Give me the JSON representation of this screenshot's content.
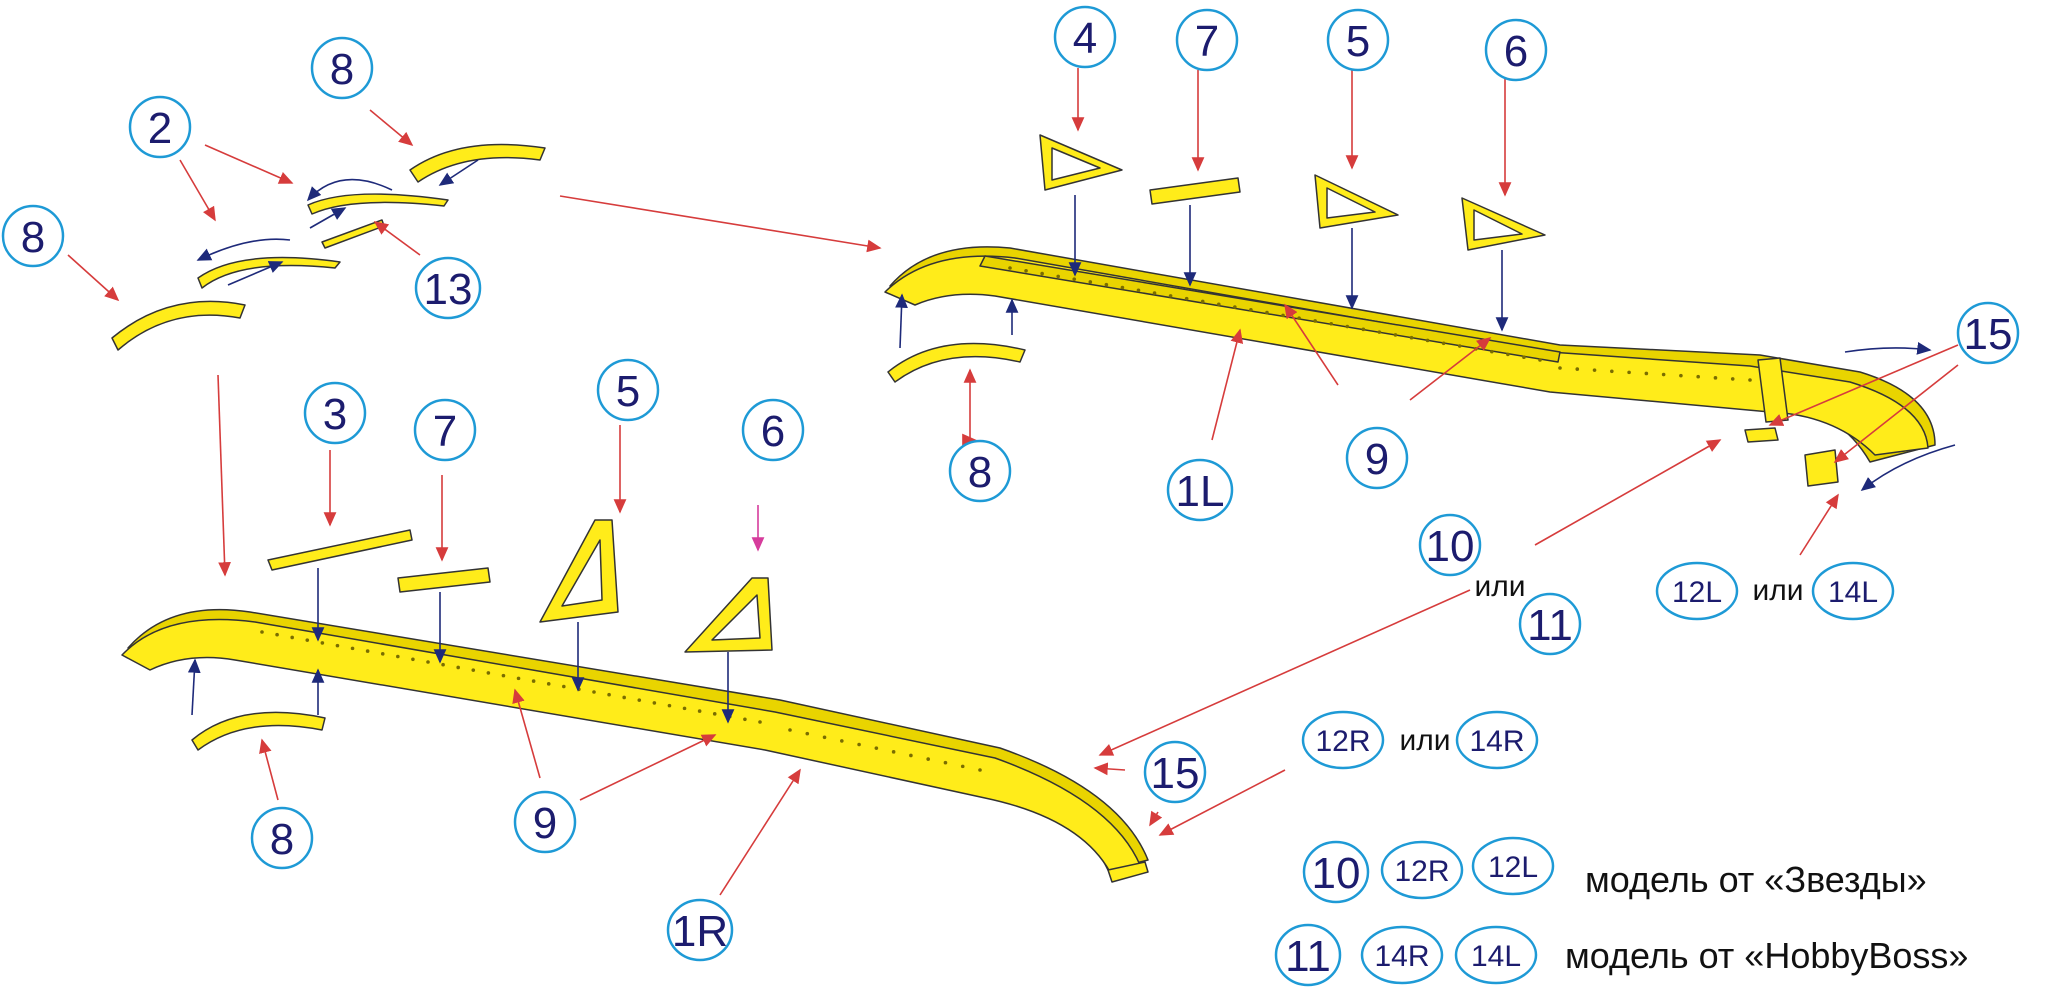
{
  "labels": {
    "n1L": "1L",
    "n1R": "1R",
    "n2": "2",
    "n3": "3",
    "n4": "4",
    "n5": "5",
    "n6": "6",
    "n7": "7",
    "n8": "8",
    "n9": "9",
    "n10": "10",
    "n11": "11",
    "n12L": "12L",
    "n12R": "12R",
    "n13": "13",
    "n14L": "14L",
    "n14R": "14R",
    "n15": "15"
  },
  "words": {
    "or": "или"
  },
  "legend": {
    "zvezda": "модель от «Звезды»",
    "hobbyboss": "модель от «HobbyBoss»"
  },
  "colors": {
    "part_fill": "#ffec1a",
    "circle_stroke": "#1e9ad6",
    "label_text": "#1c1c6e",
    "arrow_red": "#d63c3c",
    "arrow_blue": "#1e2a7a"
  }
}
